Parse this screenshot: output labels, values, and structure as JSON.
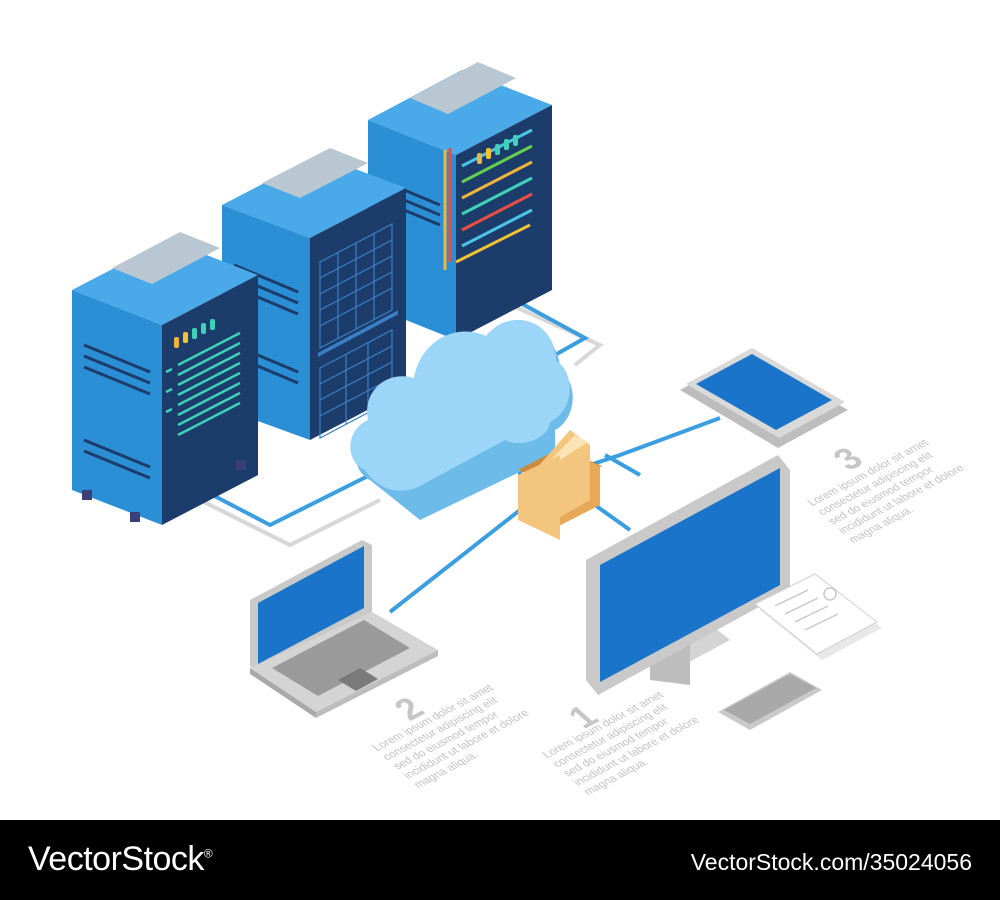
{
  "illustration": {
    "steps": [
      {
        "number": "1",
        "text": "Lorem ipsum dolor sit amet\nconsectetur adipiscing elit\nsed do eiusmod tempor\nincididunt ut labore et dolore\nmagna aliqua."
      },
      {
        "number": "2",
        "text": "Lorem ipsum dolor sit amet\nconsectetur adipiscing elit\nsed do eiusmod tempor\nincididunt ut labore et dolore\nmagna aliqua."
      },
      {
        "number": "3",
        "text": "Lorem ipsum dolor sit amet\nconsectetur adipiscing elit\nsed do eiusmod tempor\nincididunt ut labore et dolore\nmagna aliqua."
      }
    ],
    "colors": {
      "server_front": "#1c3d6b",
      "server_side": "#2b8fd6",
      "server_top": "#4aa9e8",
      "cloud": "#8fd0f7",
      "cable": "#3b9ee0",
      "screen": "#1a74c9",
      "device_body": "#c9c9c9",
      "folder": "#f3c57f"
    }
  },
  "footer": {
    "brand": "VectorStock",
    "registered": "®",
    "url": "VectorStock.com/35024056"
  }
}
